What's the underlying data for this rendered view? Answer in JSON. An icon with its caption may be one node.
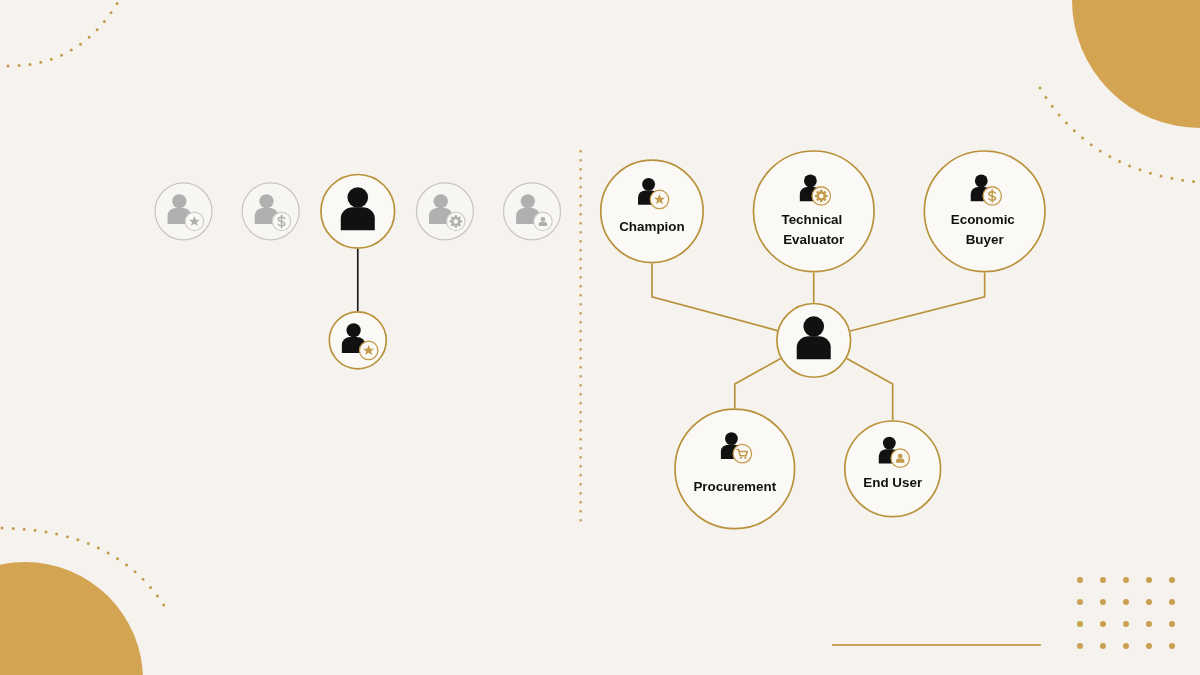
{
  "diagram": {
    "nodes": [
      {
        "text": [],
        "shape": "circle"
      },
      {
        "text": [],
        "shape": "circle"
      },
      {
        "text": [],
        "shape": "circle"
      },
      {
        "text": [],
        "shape": "circle"
      },
      {
        "text": [],
        "shape": "circle"
      },
      {
        "text": [],
        "shape": "circle"
      },
      {
        "text": [
          "Champion"
        ]
      },
      {
        "text": [
          "Technical Evaluator"
        ]
      },
      {
        "text": [],
        "shape": "circle"
      },
      {
        "text": [
          "Economic Buyer"
        ]
      },
      {
        "text": [
          "Procurement"
        ]
      },
      {
        "text": [
          "End User"
        ]
      }
    ],
    "edges": [
      {
        "from": 2,
        "to": 3,
        "arrow": "none",
        "color": "#1a1a1a"
      },
      {
        "from": 6,
        "to": 8,
        "arrow": "none"
      },
      {
        "from": 7,
        "to": 8,
        "arrow": "none"
      },
      {
        "from": 9,
        "to": 8,
        "arrow": "none"
      },
      {
        "from": 8,
        "to": 10,
        "arrow": "none"
      },
      {
        "from": 8,
        "to": 11,
        "arrow": "none"
      }
    ]
  }
}
